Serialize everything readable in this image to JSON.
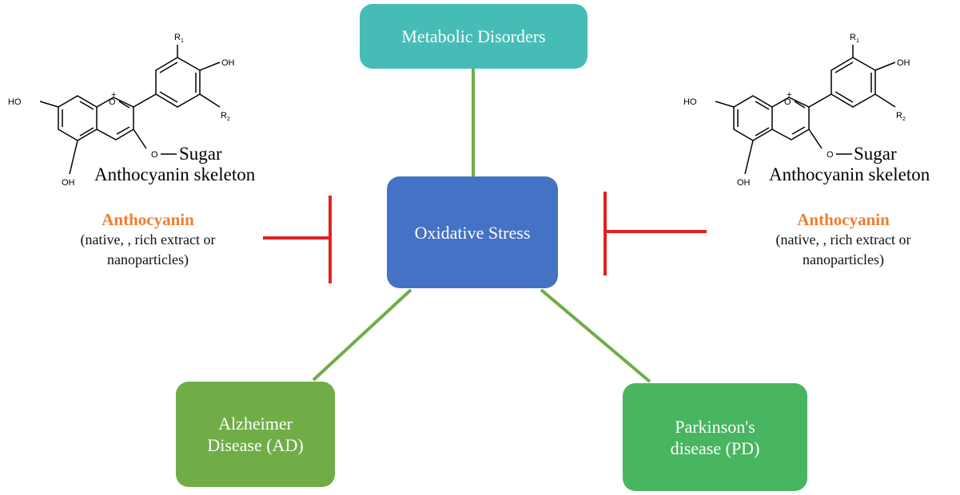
{
  "nodes": {
    "metabolic": "Metabolic Disorders",
    "oxidative": "Oxidative Stress",
    "ad": [
      "Alzheimer",
      "Disease (AD)"
    ],
    "pd": [
      "Parkinson's",
      "disease (PD)"
    ]
  },
  "anthocyanin": {
    "title": "Anthocyanin",
    "desc_line1": "(native, , rich extract or",
    "desc_line2": "nanoparticles)"
  },
  "skeleton": {
    "caption": "Anthocyanin skeleton",
    "sugar": "Sugar",
    "oh": "OH",
    "ho": "HO",
    "r1": "R",
    "r2": "R",
    "sub1": "1",
    "sub2": "2",
    "o": "O",
    "plus": "+"
  },
  "colors": {
    "metabolic": "#45BDB6",
    "oxidative": "#4472C4",
    "ad": "#70AD47",
    "pd": "#48B560",
    "connector": "#70AD47",
    "inhibitor": "#E02020",
    "anthocyanin_title": "#ED7D31"
  }
}
